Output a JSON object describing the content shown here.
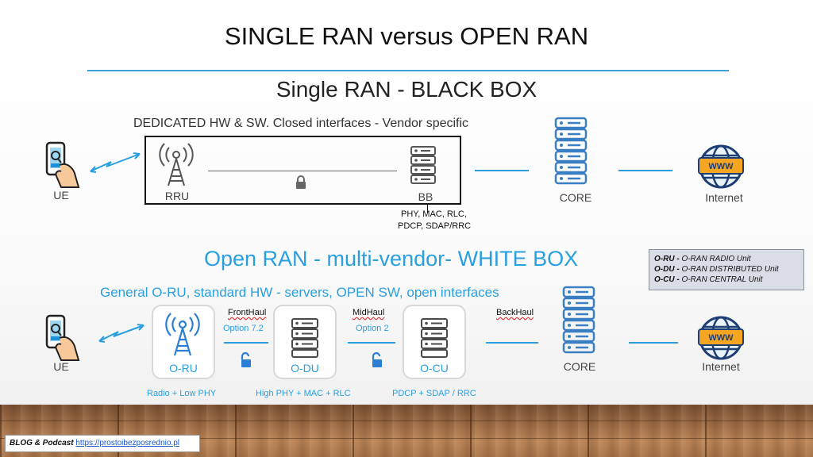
{
  "slide": {
    "title": "SINGLE RAN versus OPEN RAN"
  },
  "single_ran": {
    "heading": "Single RAN - BLACK BOX",
    "caption": "DEDICATED HW & SW. Closed interfaces - Vendor specific",
    "ue_label": "UE",
    "rru_label": "RRU",
    "bb_label": "BB",
    "bb_layers_line1": "PHY, MAC, RLC,",
    "bb_layers_line2": "PDCP, SDAP/RRC",
    "core_label": "CORE",
    "internet_label": "Internet",
    "www_badge": "WWW"
  },
  "open_ran": {
    "heading": "Open RAN - multi-vendor- WHITE BOX",
    "caption": "General O-RU, standard HW - servers, OPEN SW, open interfaces",
    "ue_label": "UE",
    "oru_label": "O-RU",
    "odu_label": "O-DU",
    "ocu_label": "O-CU",
    "core_label": "CORE",
    "internet_label": "Internet",
    "www_badge": "WWW",
    "fronthaul": "FrontHaul",
    "fronthaul_option": "Option 7.2",
    "midhaul": "MidHaul",
    "midhaul_option": "Option 2",
    "backhaul": "BackHaul",
    "oru_functions": "Radio + Low PHY",
    "odu_functions": "High PHY + MAC + RLC",
    "ocu_functions": "PDCP + SDAP / RRC"
  },
  "legend": {
    "rows": [
      {
        "abbr": "O-RU - ",
        "full": "O-RAN RADIO Unit"
      },
      {
        "abbr": "O-DU - ",
        "full": "O-RAN DISTRIBUTED Unit"
      },
      {
        "abbr": "O-CU - ",
        "full": "O-RAN CENTRAL Unit"
      }
    ]
  },
  "footer": {
    "label": "BLOG & Podcast ",
    "link": "https://prostoibezposrednio.pl"
  },
  "colors": {
    "accent_blue": "#2a9fe0",
    "icon_blue": "#3a7fc2",
    "badge_orange": "#f4a623"
  }
}
